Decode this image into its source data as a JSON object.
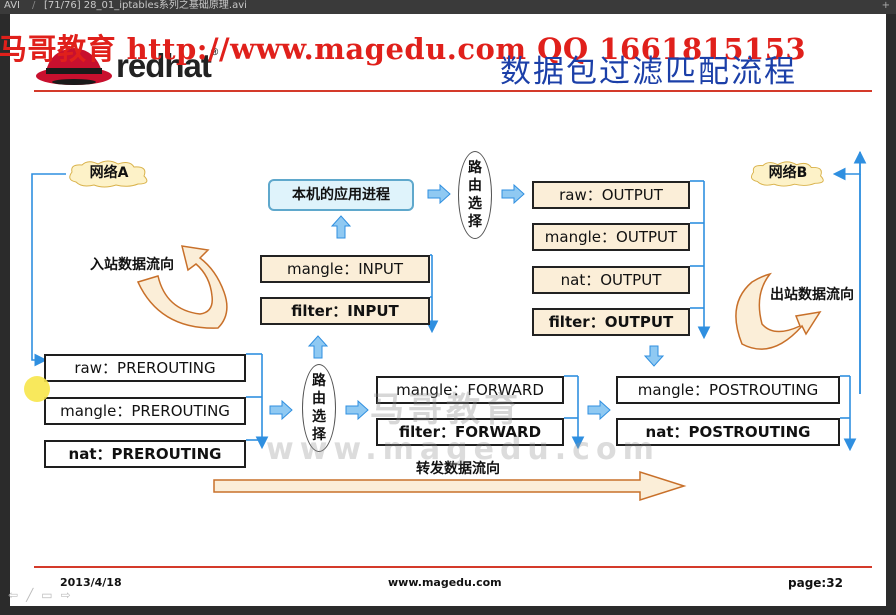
{
  "window": {
    "app_label": "AVI",
    "file_title": "[71/76] 28_01_iptables系列之基础原理.avi",
    "control": "+"
  },
  "slide": {
    "watermark_top": "马哥教育 http://www.magedu.com  QQ 1661815153",
    "logo_text": "redhat",
    "title": "数据包过滤匹配流程",
    "footer_date": "2013/4/18",
    "footer_site": "www.magedu.com",
    "footer_page": "page:32",
    "overlay_watermark_cn": "马哥教育",
    "overlay_watermark_url": "www.magedu.com"
  },
  "diagram": {
    "network_a": "网络A",
    "network_b": "网络B",
    "local_process": "本机的应用进程",
    "router_label": "路由选择",
    "inbound_flow": "入站数据流向",
    "outbound_flow": "出站数据流向",
    "forward_flow": "转发数据流向",
    "prerouting": [
      {
        "table": "raw",
        "chain": "PREROUTING"
      },
      {
        "table": "mangle",
        "chain": "PREROUTING"
      },
      {
        "table": "nat",
        "chain": "PREROUTING"
      }
    ],
    "input": [
      {
        "table": "mangle",
        "chain": "INPUT"
      },
      {
        "table": "filter",
        "chain": "INPUT"
      }
    ],
    "output": [
      {
        "table": "raw",
        "chain": "OUTPUT"
      },
      {
        "table": "mangle",
        "chain": "OUTPUT"
      },
      {
        "table": "nat",
        "chain": "OUTPUT"
      },
      {
        "table": "filter",
        "chain": "OUTPUT"
      }
    ],
    "forward": [
      {
        "table": "mangle",
        "chain": "FORWARD"
      },
      {
        "table": "filter",
        "chain": "FORWARD"
      }
    ],
    "postrouting": [
      {
        "table": "mangle",
        "chain": "POSTROUTING"
      },
      {
        "table": "nat",
        "chain": "POSTROUTING"
      }
    ],
    "separator": "："
  },
  "colors": {
    "title_blue": "#1b3fa8",
    "brand_red": "#e0201b",
    "flow_blue": "#2f8fe0",
    "arrow_fill": "#8fc9f2",
    "box_tan": "#fbeed8"
  }
}
